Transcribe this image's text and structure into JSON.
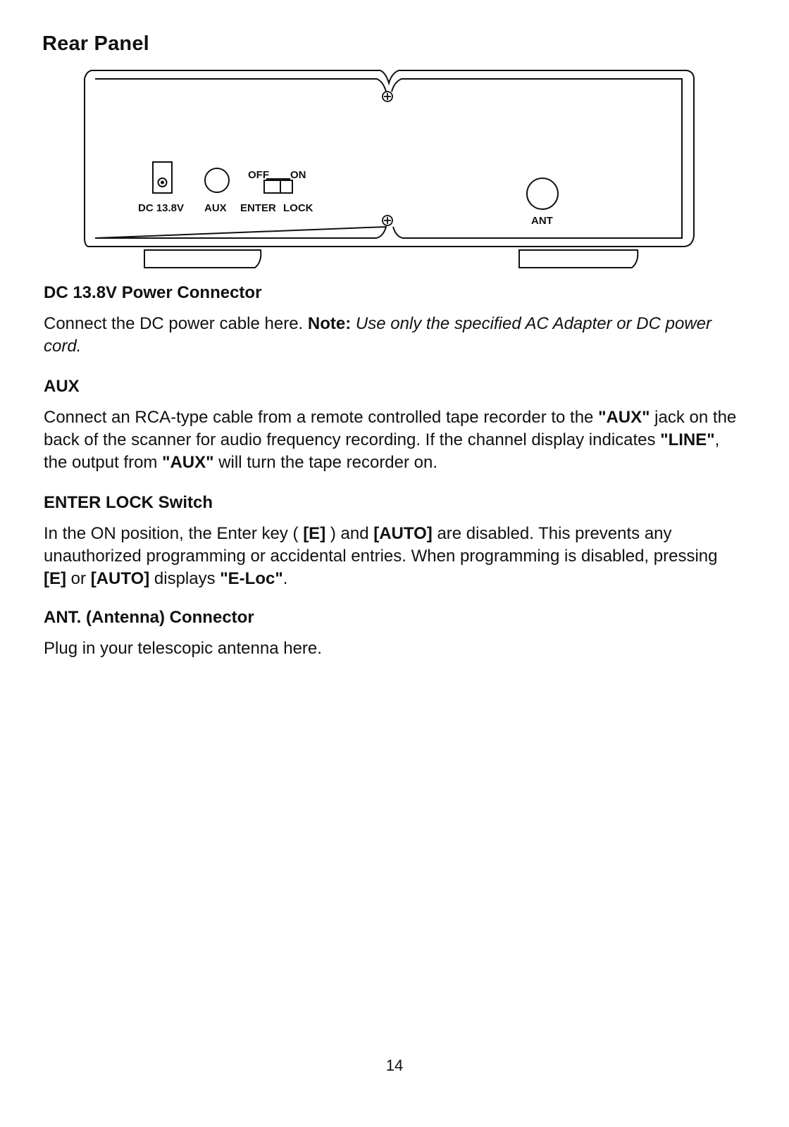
{
  "page": {
    "title": "Rear Panel",
    "page_number": "14"
  },
  "diagram": {
    "labels": {
      "off": "OFF",
      "on": "ON",
      "dc": "DC 13.8V",
      "aux": "AUX",
      "enter": "ENTER",
      "lock": "LOCK",
      "ant": "ANT"
    }
  },
  "sections": {
    "dc": {
      "heading": "DC 13.8V Power Connector",
      "body": "Connect the DC power cable here.",
      "note_label": "Note:",
      "note_text": "Use only the specified AC Adapter or DC power cord."
    },
    "aux": {
      "heading": "AUX",
      "body_1": "Connect an RCA-type cable from a remote controlled tape recorder to the ",
      "kw_1": "\"AUX\"",
      "body_2": " jack on the back of the scanner for audio frequency recording.  If the channel display indicates ",
      "kw_2": "\"LINE\"",
      "body_3": ", the output from ",
      "kw_3": "\"AUX\"",
      "body_4": " will turn the tape recorder on."
    },
    "enter_lock": {
      "heading": "ENTER LOCK Switch",
      "body_1": "In the ON position, the Enter key ( ",
      "kw_1": "[E]",
      "body_2": " ) and ",
      "kw_2": "[AUTO]",
      "body_3": " are disabled.  This prevents any unauthorized programming or accidental entries.  When programming is disabled, pressing ",
      "kw_3": "[E]",
      "body_4": " or ",
      "kw_4": "[AUTO]",
      "body_5": " displays ",
      "kw_5": "\"E-Loc\"",
      "body_6": "."
    },
    "ant": {
      "heading": "ANT. (Antenna) Connector",
      "body": "Plug in your telescopic antenna here."
    }
  }
}
